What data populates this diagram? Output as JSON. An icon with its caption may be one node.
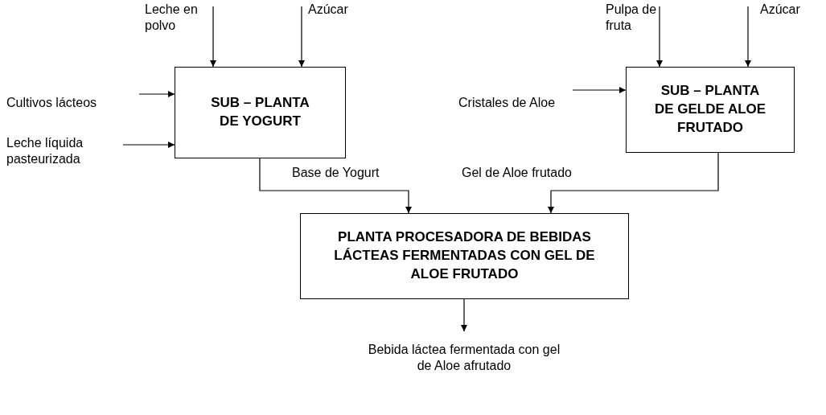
{
  "diagram": {
    "nodes": [
      {
        "text": [
          "Leche en polvo"
        ]
      },
      {
        "text": [
          "Azúcar"
        ]
      },
      {
        "text": [
          "Cultivos lácteos"
        ]
      },
      {
        "text": [
          "Leche líquida pasteurizada"
        ]
      },
      {
        "text": [
          "SUB – PLANTA DE YOGURT"
        ]
      },
      {
        "text": [
          "Pulpa de fruta"
        ]
      },
      {
        "text": [
          "Azúcar"
        ]
      },
      {
        "text": [
          "Cristales de Aloe"
        ]
      },
      {
        "text": [
          "SUB – PLANTA DE GELDE ALOE FRUTADO"
        ]
      },
      {
        "text": [
          "PLANTA PROCESADORA DE BEBIDAS LÁCTEAS FERMENTADAS CON GEL DE ALOE FRUTADO"
        ]
      },
      {
        "text": [
          "Bebida láctea fermentada con gel de Aloe afrutado"
        ]
      }
    ],
    "edges": [
      {
        "from": 0,
        "to": 4,
        "arrow": "to"
      },
      {
        "from": 1,
        "to": 4,
        "arrow": "to"
      },
      {
        "from": 2,
        "to": 4,
        "arrow": "to"
      },
      {
        "from": 3,
        "to": 4,
        "arrow": "to"
      },
      {
        "from": 5,
        "to": 8,
        "arrow": "to"
      },
      {
        "from": 6,
        "to": 8,
        "arrow": "to"
      },
      {
        "from": 7,
        "to": 8,
        "arrow": "to"
      },
      {
        "from": 4,
        "to": 9,
        "arrow": "to",
        "label": "Base de Yogurt"
      },
      {
        "from": 8,
        "to": 9,
        "arrow": "to",
        "label": "Gel de Aloe frutado"
      },
      {
        "from": 9,
        "to": 10,
        "arrow": "to"
      }
    ]
  }
}
